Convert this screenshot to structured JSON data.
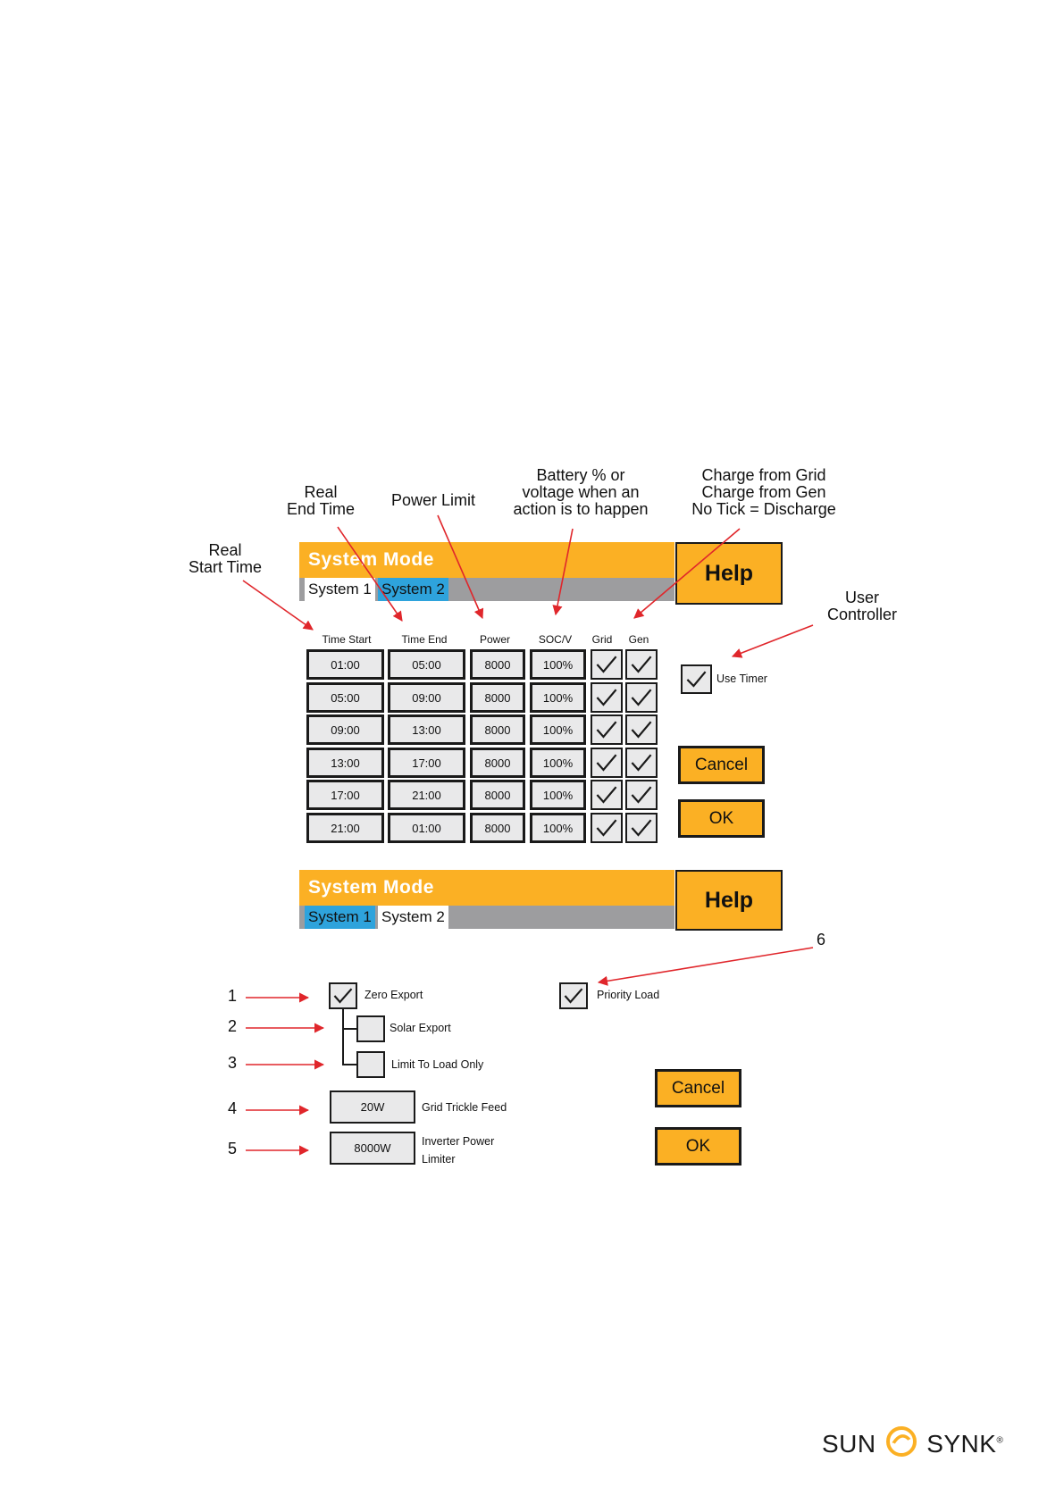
{
  "annotations": {
    "real_start": [
      "Real",
      "Start Time"
    ],
    "real_end": [
      "Real",
      "End Time"
    ],
    "power_limit": [
      "Power Limit"
    ],
    "battery": [
      "Battery % or",
      "voltage when an",
      "action is to happen"
    ],
    "charge": [
      "Charge from Grid",
      "Charge from Gen",
      "No Tick = Discharge"
    ],
    "user_controller": [
      "User",
      "Controller"
    ],
    "numbers": [
      "1",
      "2",
      "3",
      "4",
      "5",
      "6"
    ]
  },
  "panel1": {
    "title": "System Mode",
    "tabs": [
      "System 1",
      "System 2"
    ],
    "active_tab": "System 2",
    "help_label": "Help",
    "headers": [
      "Time Start",
      "Time End",
      "Power",
      "SOC/V",
      "Grid",
      "Gen"
    ],
    "rows": [
      {
        "start": "01:00",
        "end": "05:00",
        "power": "8000",
        "soc": "100%",
        "grid": true,
        "gen": true
      },
      {
        "start": "05:00",
        "end": "09:00",
        "power": "8000",
        "soc": "100%",
        "grid": true,
        "gen": true
      },
      {
        "start": "09:00",
        "end": "13:00",
        "power": "8000",
        "soc": "100%",
        "grid": true,
        "gen": true
      },
      {
        "start": "13:00",
        "end": "17:00",
        "power": "8000",
        "soc": "100%",
        "grid": true,
        "gen": true
      },
      {
        "start": "17:00",
        "end": "21:00",
        "power": "8000",
        "soc": "100%",
        "grid": true,
        "gen": true
      },
      {
        "start": "21:00",
        "end": "01:00",
        "power": "8000",
        "soc": "100%",
        "grid": true,
        "gen": true
      }
    ],
    "use_timer_label": "Use Timer",
    "use_timer_checked": true,
    "cancel_label": "Cancel",
    "ok_label": "OK"
  },
  "panel2": {
    "title": "System Mode",
    "tabs": [
      "System 1",
      "System 2"
    ],
    "active_tab": "System 1",
    "help_label": "Help",
    "zero_export_label": "Zero Export",
    "zero_export_checked": true,
    "solar_export_label": "Solar Export",
    "solar_export_checked": false,
    "limit_load_label": "Limit To Load Only",
    "limit_load_checked": false,
    "grid_trickle_value": "20W",
    "grid_trickle_label": "Grid Trickle Feed",
    "inverter_limit_value": "8000W",
    "inverter_limit_label": [
      "Inverter Power",
      "Limiter"
    ],
    "priority_load_label": "Priority Load",
    "priority_load_checked": true,
    "cancel_label": "Cancel",
    "ok_label": "OK"
  },
  "logo": {
    "left": "SUN",
    "right": "SYNK",
    "mark": "®"
  },
  "colors": {
    "orange": "#fbb024",
    "blue": "#2ea3dc",
    "grey": "#9d9d9f",
    "cell": "#e9e9ea",
    "arrow": "#e0262b"
  }
}
